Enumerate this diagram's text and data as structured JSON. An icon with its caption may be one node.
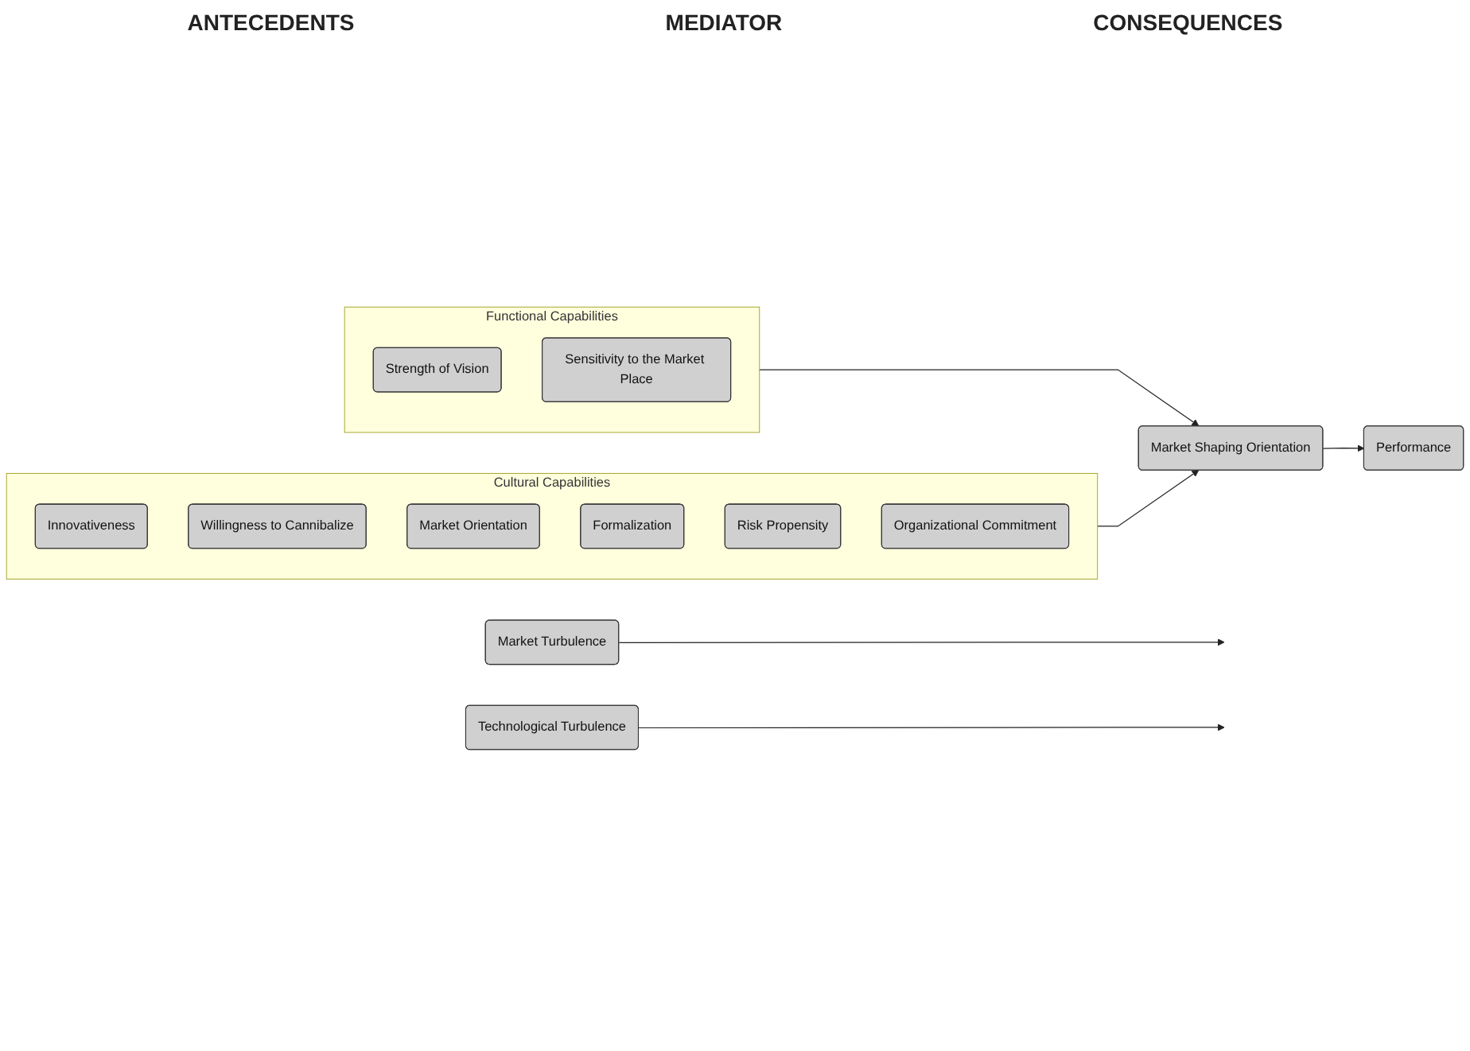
{
  "diagram": {
    "nodes": [
      {
        "text": [
          "Functional Capabilities"
        ]
      },
      {
        "text": [
          "Strength of Vision"
        ],
        "in": 0
      },
      {
        "text": [
          "Sensitivity to the Market Place"
        ],
        "in": 0
      },
      {
        "text": [
          "Cultural Capabilities"
        ]
      },
      {
        "text": [
          "Innovativeness"
        ],
        "in": 3
      },
      {
        "text": [
          "Willingness to Cannibalize"
        ],
        "in": 3
      },
      {
        "text": [
          "Market Orientation"
        ],
        "in": 3
      },
      {
        "text": [
          "Formalization"
        ],
        "in": 3
      },
      {
        "text": [
          "Risk Propensity"
        ],
        "in": 3
      },
      {
        "text": [
          "Organizational Commitment"
        ],
        "in": 3
      },
      {
        "text": [
          "Market Shaping Orientation"
        ]
      },
      {
        "text": [
          "Market Turbulence"
        ]
      },
      {
        "text": [
          "Performance"
        ]
      },
      {
        "text": [
          "Technological Turbulence"
        ]
      }
    ],
    "edges": [
      {
        "from": 0,
        "to": 10,
        "arrow": "to"
      },
      {
        "from": 3,
        "to": 10,
        "arrow": "to"
      },
      {
        "from": 10,
        "to": 12,
        "arrow": "to"
      },
      {
        "from": 11,
        "to": null,
        "arrow": "to"
      },
      {
        "from": 13,
        "to": null,
        "arrow": "to"
      }
    ],
    "labels": [
      "ANTECEDENTS",
      "MEDIATOR",
      "CONSEQUENCES"
    ]
  }
}
